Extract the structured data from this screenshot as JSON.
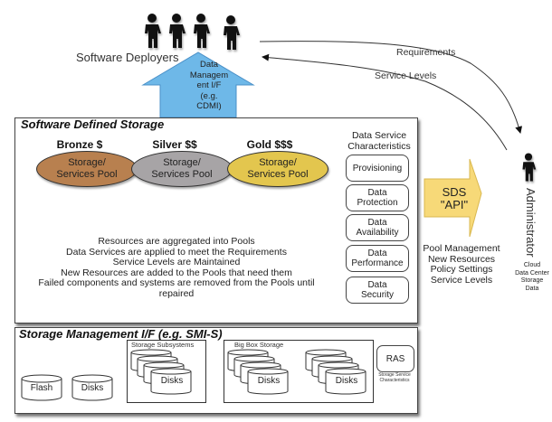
{
  "deployers": {
    "label": "Software Deployers",
    "icon": "person-icon",
    "count": 4
  },
  "data_mgmt_arrow": {
    "label": "Data Managem ent I/F (e.g. CDMI)",
    "lines": [
      "Data",
      "Managem",
      "ent I/F",
      "(e.g.",
      "CDMI)"
    ],
    "color": "#6eb8e8"
  },
  "flows": {
    "requirements": "Requirements",
    "service_levels": "Service Levels"
  },
  "sds": {
    "title": "Software Defined Storage",
    "tiers": [
      {
        "label": "Bronze $",
        "pool_line1": "Storage/",
        "pool_line2": "Services Pool",
        "color": "#b8804f"
      },
      {
        "label": "Silver $$",
        "pool_line1": "Storage/",
        "pool_line2": "Services Pool",
        "color": "#a7a4a6"
      },
      {
        "label": "Gold $$$",
        "pool_line1": "Storage/",
        "pool_line2": "Services Pool",
        "color": "#e3c64e"
      }
    ],
    "characteristics_title_1": "Data Service",
    "characteristics_title_2": "Characteristics",
    "characteristics": [
      {
        "line1": "Provisioning",
        "line2": ""
      },
      {
        "line1": "Data",
        "line2": "Protection"
      },
      {
        "line1": "Data",
        "line2": "Availability"
      },
      {
        "line1": "Data",
        "line2": "Performance"
      },
      {
        "line1": "Data",
        "line2": "Security"
      }
    ],
    "description": [
      "Resources are aggregated into Pools",
      "Data Services are applied to meet the Requirements",
      "Service Levels are Maintained",
      "New Resources are added to the Pools that need them",
      "Failed components and systems are removed from the Pools until repaired"
    ]
  },
  "api": {
    "line1": "SDS",
    "line2": "\"API\"",
    "color": "#f7d978",
    "caption": [
      "Pool Management",
      "New Resources",
      "Policy Settings",
      "Service Levels"
    ]
  },
  "administrator": {
    "label": "Administrator",
    "caption": [
      "Cloud",
      "Data Center",
      "Storage",
      "Data"
    ]
  },
  "smi": {
    "title": "Storage Management I/F (e.g. SMI-S)",
    "flash": "Flash",
    "disks": "Disks",
    "subsystems_label": "Storage Subsystems",
    "subsystems_disks": "Disks",
    "bigbox_label": "Big Box Storage",
    "bigbox_disks_1": "Disks",
    "bigbox_disks_2": "Disks",
    "ras": "RAS",
    "ras_caption": "Storage Service Characteristics"
  }
}
